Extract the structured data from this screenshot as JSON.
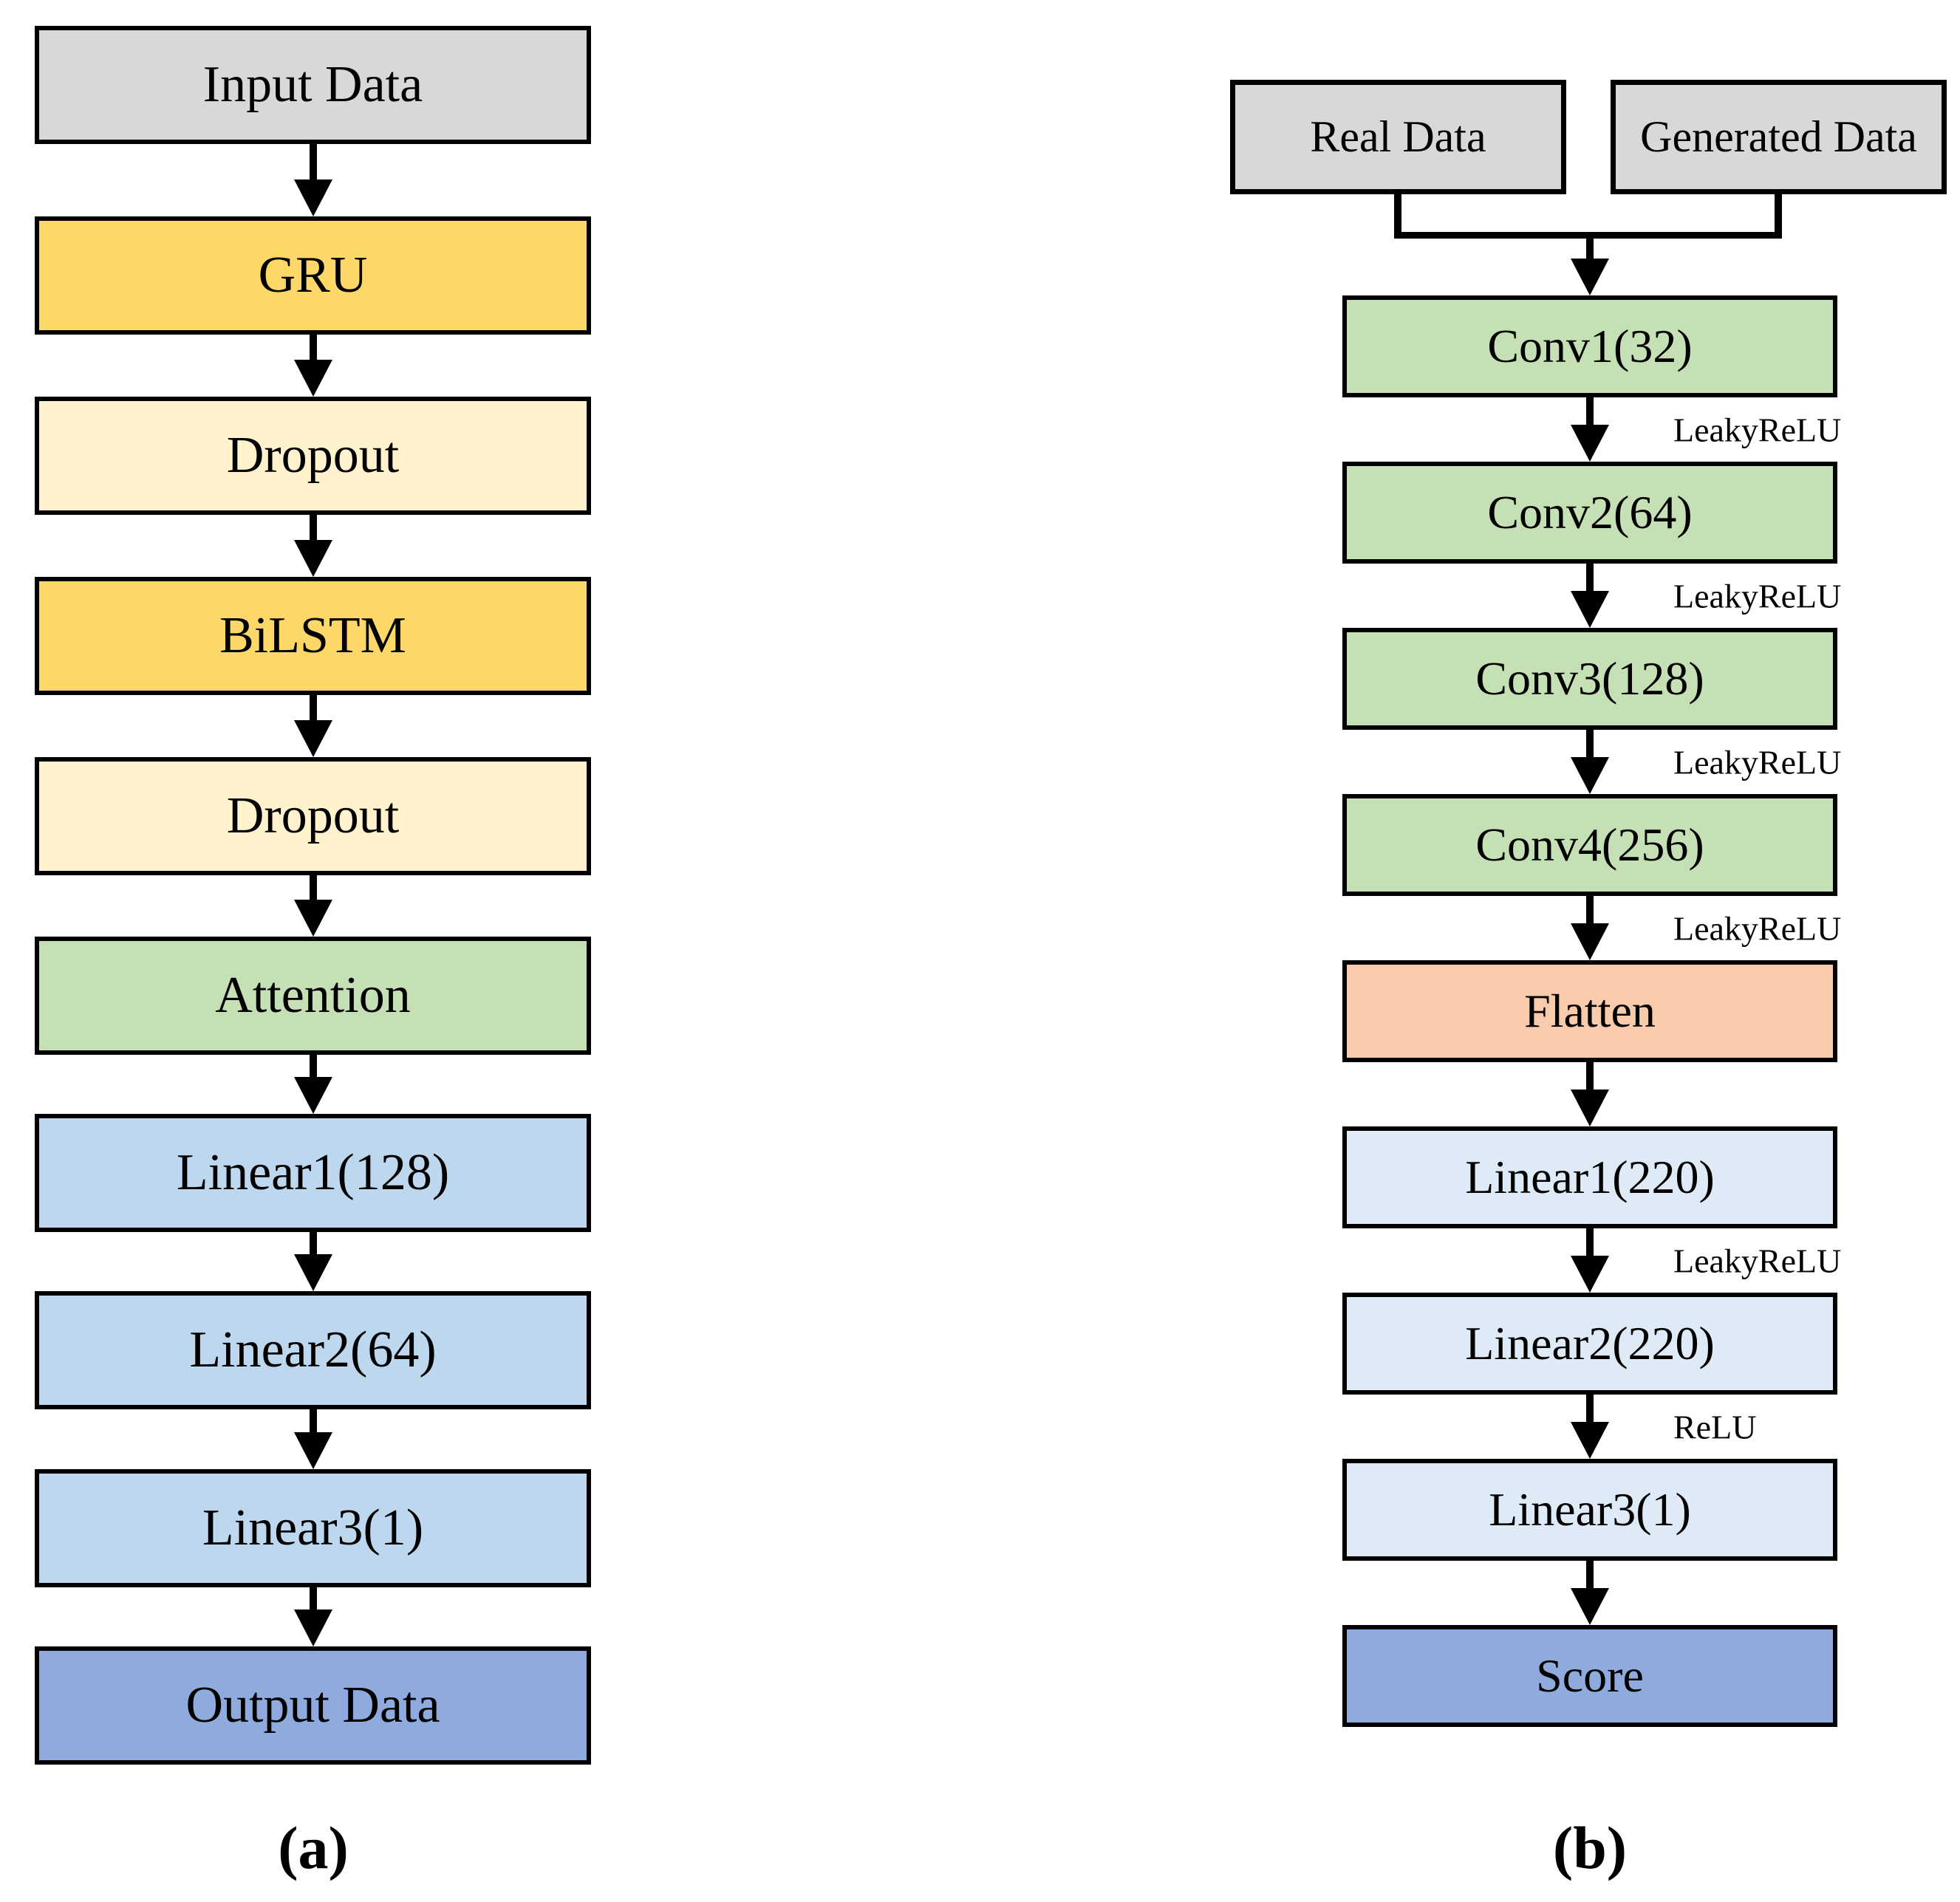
{
  "colors": {
    "gray": "#D8D8D8",
    "gold": "#FDD767",
    "cream": "#FFF2CC",
    "green": "#C5E0B4",
    "blue_medium": "#BDD7EE",
    "blue_dark": "#8FAADC",
    "salmon": "#F8CBAD",
    "blue_light": "#DEEAF6",
    "line": "#000000"
  },
  "diagram_a": {
    "caption": "(a)",
    "nodes": [
      {
        "label": "Input Data",
        "color": "#D8D8D8"
      },
      {
        "label": "GRU",
        "color": "#FDD767"
      },
      {
        "label": "Dropout",
        "color": "#FFF2CC"
      },
      {
        "label": "BiLSTM",
        "color": "#FDD767"
      },
      {
        "label": "Dropout",
        "color": "#FFF2CC"
      },
      {
        "label": "Attention",
        "color": "#C5E0B4"
      },
      {
        "label": "Linear1(128)",
        "color": "#BDD7EE"
      },
      {
        "label": "Linear2(64)",
        "color": "#BDD7EE"
      },
      {
        "label": "Linear3(1)",
        "color": "#BDD7EE"
      },
      {
        "label": "Output Data",
        "color": "#8FAADC"
      }
    ]
  },
  "diagram_b": {
    "caption": "(b)",
    "inputs": [
      {
        "label": "Real Data",
        "color": "#D8D8D8"
      },
      {
        "label": "Generated Data",
        "color": "#D8D8D8"
      }
    ],
    "nodes": [
      {
        "label": "Conv1(32)",
        "color": "#C5E0B4",
        "activation": "LeakyReLU"
      },
      {
        "label": "Conv2(64)",
        "color": "#C5E0B4",
        "activation": "LeakyReLU"
      },
      {
        "label": "Conv3(128)",
        "color": "#C5E0B4",
        "activation": "LeakyReLU"
      },
      {
        "label": "Conv4(256)",
        "color": "#C5E0B4",
        "activation": "LeakyReLU"
      },
      {
        "label": "Flatten",
        "color": "#F8CBAD",
        "activation": ""
      },
      {
        "label": "Linear1(220)",
        "color": "#DEEAF6",
        "activation": "LeakyReLU"
      },
      {
        "label": "Linear2(220)",
        "color": "#DEEAF6",
        "activation": "ReLU"
      },
      {
        "label": "Linear3(1)",
        "color": "#DEEAF6",
        "activation": ""
      },
      {
        "label": "Score",
        "color": "#8FAADC",
        "activation": ""
      }
    ]
  }
}
